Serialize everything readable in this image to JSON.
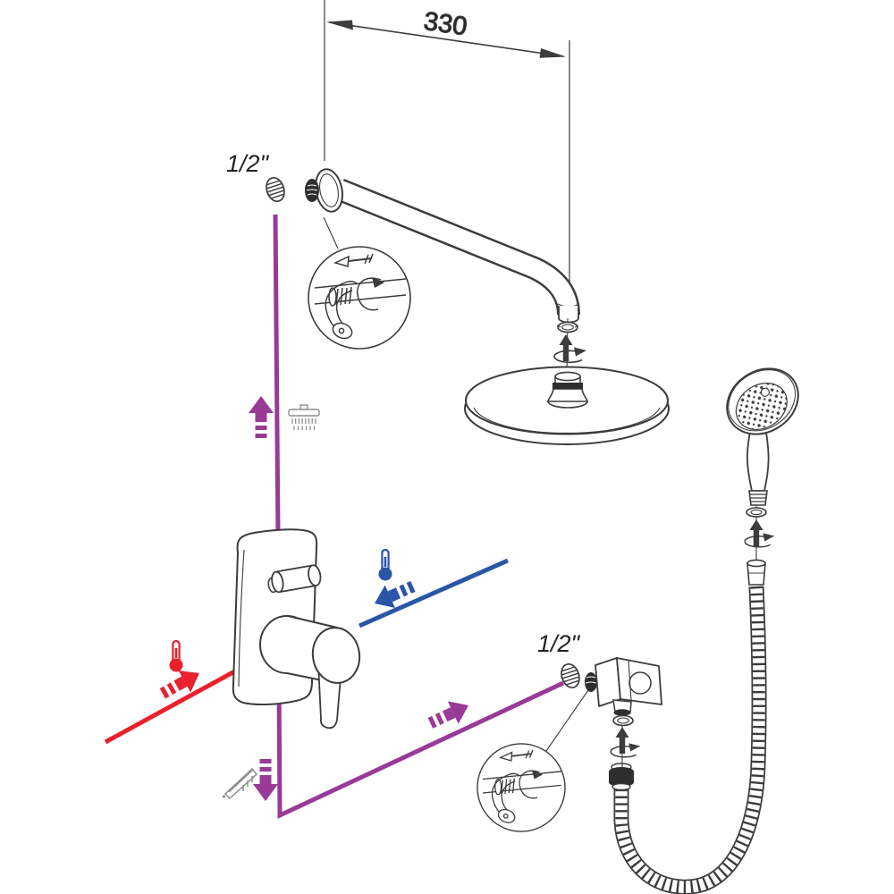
{
  "diagram": {
    "dimension_label": "330",
    "connection_labels": {
      "shower_arm": "1/2\"",
      "hand_shower_outlet": "1/2\""
    },
    "colors": {
      "hot_water": "#e8212c",
      "cold_water": "#2b55a7",
      "mixed_water": "#993a97",
      "ink": "#3c3c3c",
      "icon_gray": "#8e8e8e"
    },
    "icons": [
      "thermometer-hot-icon",
      "thermometer-cold-icon",
      "rain-shower-icon",
      "spout-icon",
      "flow-arrow-up-icon",
      "flow-arrow-down-icon",
      "flow-arrow-diagonal-icon",
      "assembly-arrow-icon",
      "rotation-arrow-icon",
      "slide-arrow-icon",
      "dimension-arrow-icon",
      "threaded-tailpiece-icon"
    ],
    "components": [
      "shower-arm",
      "rain-shower-head",
      "hand-shower",
      "shower-hose",
      "wall-outlet-holder",
      "mixer-valve",
      "mounting-hook-detail"
    ]
  }
}
